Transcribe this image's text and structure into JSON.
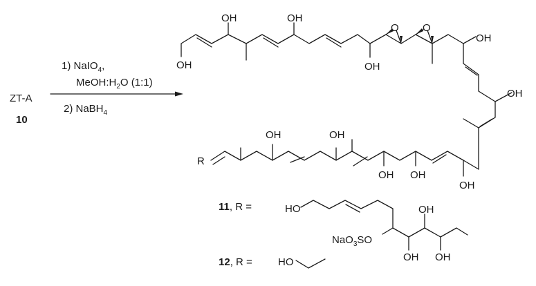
{
  "scheme": {
    "starting_material": {
      "name": "ZT-A",
      "number": "10"
    },
    "conditions": {
      "step1_prefix": "1) NaIO",
      "step1_sub": "4",
      "step1_suffix": ",",
      "step1_solvent_a": "MeOH:H",
      "step1_solvent_sub": "2",
      "step1_solvent_b": "O (1:1)",
      "step2_prefix": "2) NaBH",
      "step2_sub": "4"
    },
    "product": {
      "oh_label": "OH",
      "o_label": "O",
      "r_label": "R"
    },
    "r_groups": [
      {
        "number": "11",
        "eq": ", R =",
        "ho_label": "HO",
        "sulfate_a": "NaO",
        "sulfate_sub": "3",
        "sulfate_b": "SO",
        "oh_label": "OH"
      },
      {
        "number": "12",
        "eq": ", R =",
        "ho_label": "HO"
      }
    ]
  }
}
